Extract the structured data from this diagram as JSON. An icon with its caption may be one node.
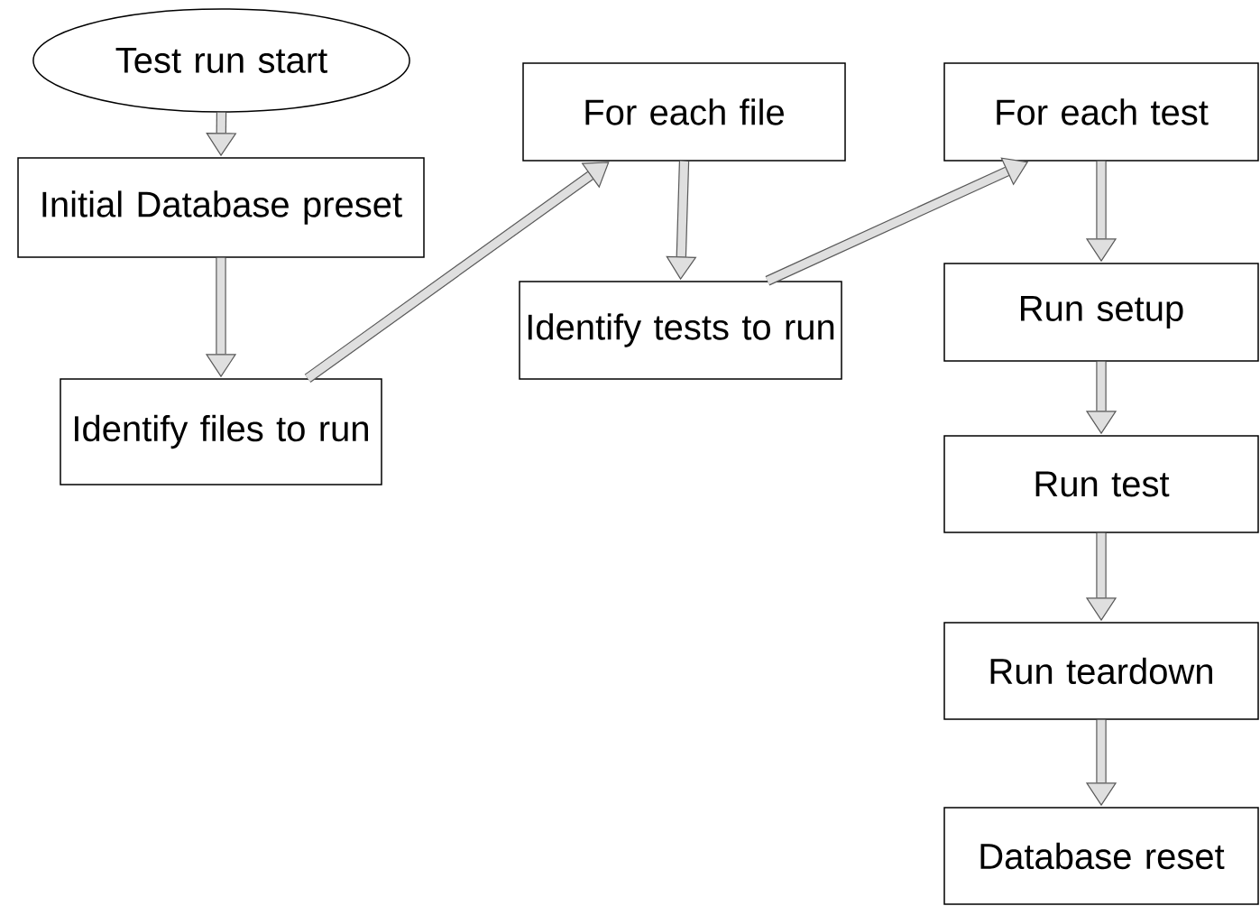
{
  "diagram": {
    "nodes": [
      {
        "text": [
          "Test run start"
        ]
      },
      {
        "text": [
          "Initial Database preset"
        ]
      },
      {
        "text": [
          "Identify files to run"
        ]
      },
      {
        "text": [
          "For each file"
        ]
      },
      {
        "text": [
          "Identify tests to run"
        ]
      },
      {
        "text": [
          "For each test"
        ]
      },
      {
        "text": [
          "Run setup"
        ]
      },
      {
        "text": [
          "Run test"
        ]
      },
      {
        "text": [
          "Run teardown"
        ]
      },
      {
        "text": [
          "Database reset"
        ]
      }
    ],
    "edges": [
      {
        "from": 0,
        "to": 1,
        "arrow": "to"
      },
      {
        "from": 1,
        "to": 2,
        "arrow": "to"
      },
      {
        "from": 2,
        "to": 3,
        "arrow": "to"
      },
      {
        "from": 3,
        "to": 4,
        "arrow": "to"
      },
      {
        "from": 4,
        "to": 5,
        "arrow": "to"
      },
      {
        "from": 5,
        "to": 6,
        "arrow": "to"
      },
      {
        "from": 6,
        "to": 7,
        "arrow": "to"
      },
      {
        "from": 7,
        "to": 8,
        "arrow": "to"
      },
      {
        "from": 8,
        "to": 9,
        "arrow": "to"
      }
    ]
  }
}
